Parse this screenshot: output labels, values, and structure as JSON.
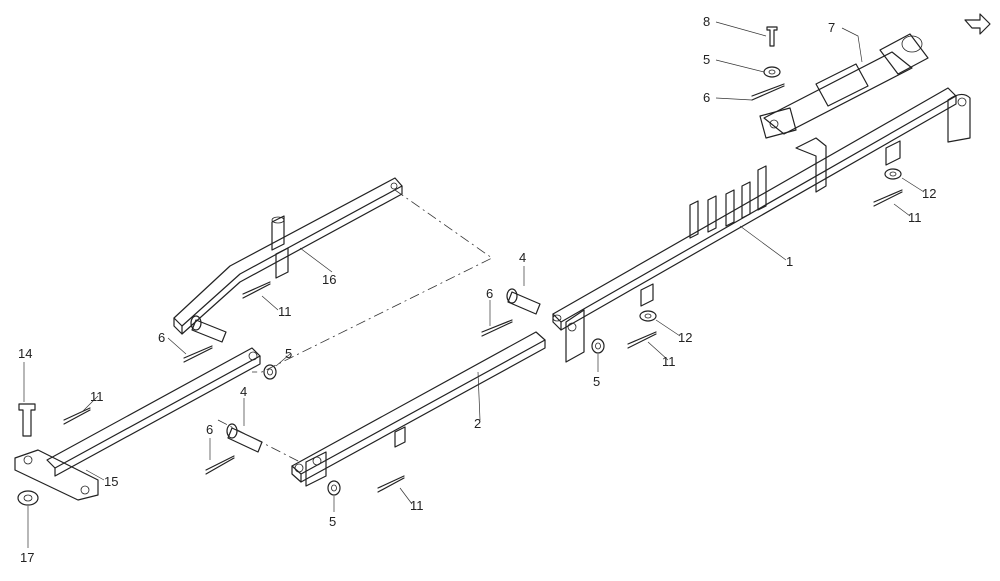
{
  "diagram": {
    "callouts": {
      "n1": "1",
      "n2": "2",
      "n4a": "4",
      "n4b": "4",
      "n5a": "5",
      "n5b": "5",
      "n5c": "5",
      "n5d": "5",
      "n6a": "6",
      "n6b": "6",
      "n6c": "6",
      "n6d": "6",
      "n7": "7",
      "n8": "8",
      "n11a": "11",
      "n11b": "11",
      "n11c": "11",
      "n11d": "11",
      "n11e": "11",
      "n12a": "12",
      "n12b": "12",
      "n14": "14",
      "n15": "15",
      "n16": "16",
      "n17": "17"
    },
    "nav_icon": "return-arrow-icon"
  }
}
